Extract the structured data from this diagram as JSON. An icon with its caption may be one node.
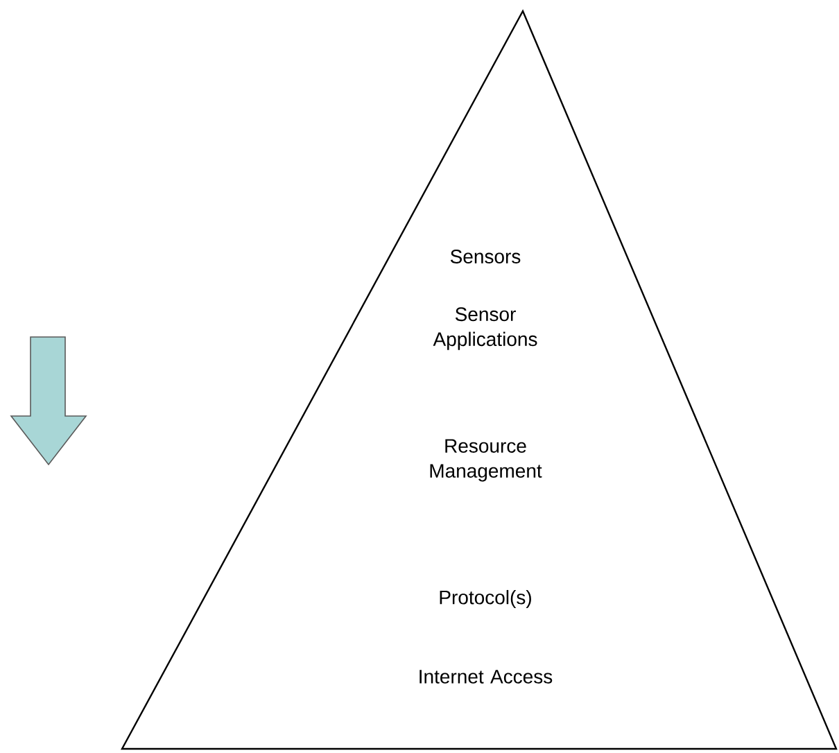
{
  "diagram": {
    "nodes": [
      {
        "text": [
          "Sensors",
          "Sensor Applications",
          "Resource Management",
          "Protocol(s)",
          "Internet Access"
        ]
      }
    ]
  }
}
